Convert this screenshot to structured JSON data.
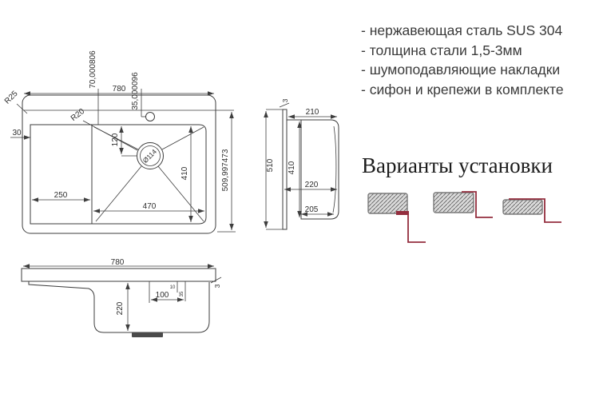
{
  "specs": {
    "items": [
      "- нержавеющая сталь SUS 304",
      "- толщина стали 1,5-3мм",
      "- шумоподавляющие накладки",
      "- сифон и крепежи в комплекте"
    ]
  },
  "installation": {
    "heading": "Варианты установки"
  },
  "dims": {
    "top": {
      "overall_width": "780",
      "overall_depth": "509,997473",
      "faucet_offset_x": "70,000806",
      "faucet_offset_y": "35,000096",
      "outer_corner_radius": "R25",
      "bowl_corner_radius": "R20",
      "left_margin": "30",
      "drain_from_top": "120",
      "drain_diameter": "Ø114",
      "drainboard_width": "250",
      "bowl_length": "470",
      "bowl_width": "410"
    },
    "side": {
      "rim_thickness": "3",
      "top_depth": "210",
      "overall_width": "510",
      "bowl_width": "410",
      "mid_depth": "220",
      "bottom_depth": "205"
    },
    "front": {
      "overall_width": "780",
      "rim_thickness": "3",
      "bowl_depth": "220",
      "drain_offset": "100",
      "detail_a": "10",
      "detail_b": "35"
    }
  },
  "colors": {
    "line": "#3e3e3e",
    "text": "#2e2e2e",
    "accent_red": "#942e3e",
    "hatch_fill": "#dcdcdc"
  }
}
